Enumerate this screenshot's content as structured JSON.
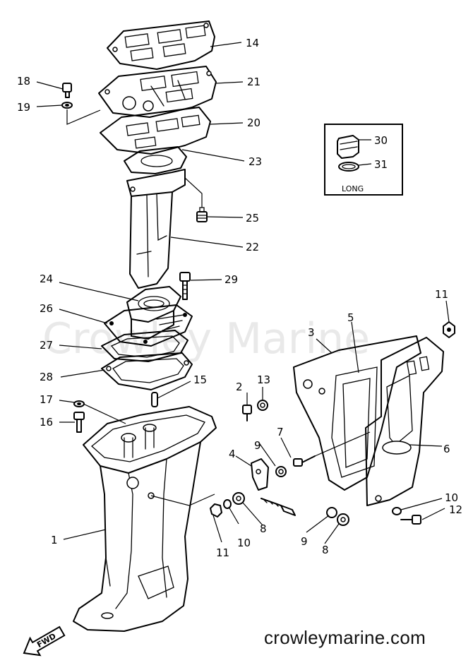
{
  "watermark": "Crowley Marine",
  "site_url": "crowleymarine.com",
  "inset_box": {
    "label": "LONG"
  },
  "fwd_label": "FWD",
  "callouts": {
    "c1": "1",
    "c2": "2",
    "c3": "3",
    "c4": "4",
    "c5": "5",
    "c6": "6",
    "c7": "7",
    "c8a": "8",
    "c8b": "8",
    "c9a": "9",
    "c9b": "9",
    "c10a": "10",
    "c10b": "10",
    "c11a": "11",
    "c11b": "11",
    "c12": "12",
    "c13": "13",
    "c14": "14",
    "c15": "15",
    "c16": "16",
    "c17": "17",
    "c18": "18",
    "c19": "19",
    "c20": "20",
    "c21": "21",
    "c22": "22",
    "c23": "23",
    "c24": "24",
    "c25": "25",
    "c26": "26",
    "c27": "27",
    "c28": "28",
    "c29": "29",
    "c30": "30",
    "c31": "31"
  }
}
